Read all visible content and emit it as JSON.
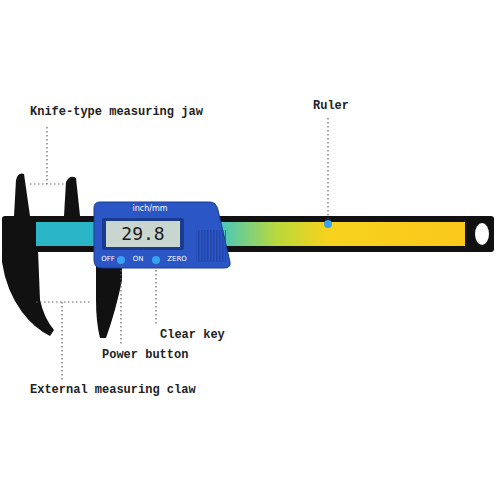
{
  "diagram": {
    "labels": [
      "Knife-type measuring jaw",
      "Ruler",
      "inch/mm",
      "29.8",
      "OFF",
      "ON",
      "ZERO",
      "Clear key",
      "Power button",
      "External measuring claw"
    ]
  }
}
